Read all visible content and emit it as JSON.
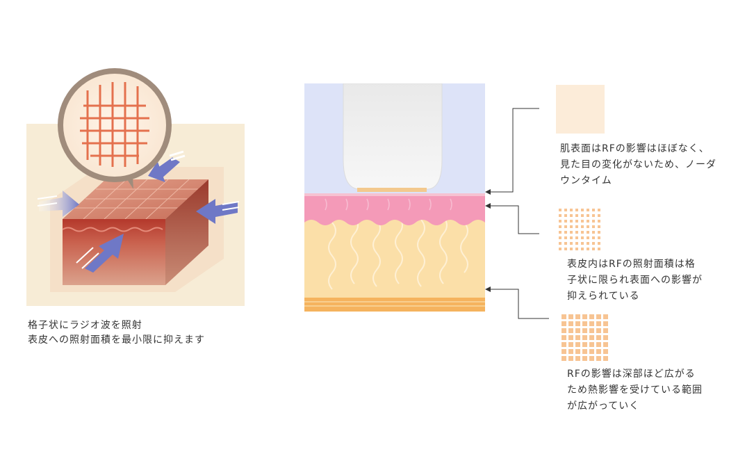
{
  "left_panel": {
    "caption_lines": [
      "格子状にラジオ波を照射",
      "表皮への照射面積を最小限に抑えます"
    ]
  },
  "right_panel": {
    "annotations": [
      {
        "lines": [
          "肌表面はRFの影響はほぼなく、",
          "見た目の変化がないため、ノーダ",
          "ウンタイム"
        ]
      },
      {
        "lines": [
          "表皮内はRFの照射面積は格",
          "子状に限られ表面への影響が",
          "抑えられている"
        ]
      },
      {
        "lines": [
          "RFの影響は深部ほど広がる",
          "ため熱影響を受けている範囲",
          "が広がっていく"
        ]
      }
    ]
  },
  "colors": {
    "panel_bg": "#f7ecd6",
    "skin_red": "#b24a3a",
    "arrow_blue": "#6f78c6",
    "sky_blue": "#dde3f8",
    "epidermis_pink": "#f49ab8",
    "dermis_cream": "#fbdfa8",
    "fat_orange": "#f5b35e",
    "patch_light": "#fcecd9",
    "dot_orange": "#f7c493"
  }
}
